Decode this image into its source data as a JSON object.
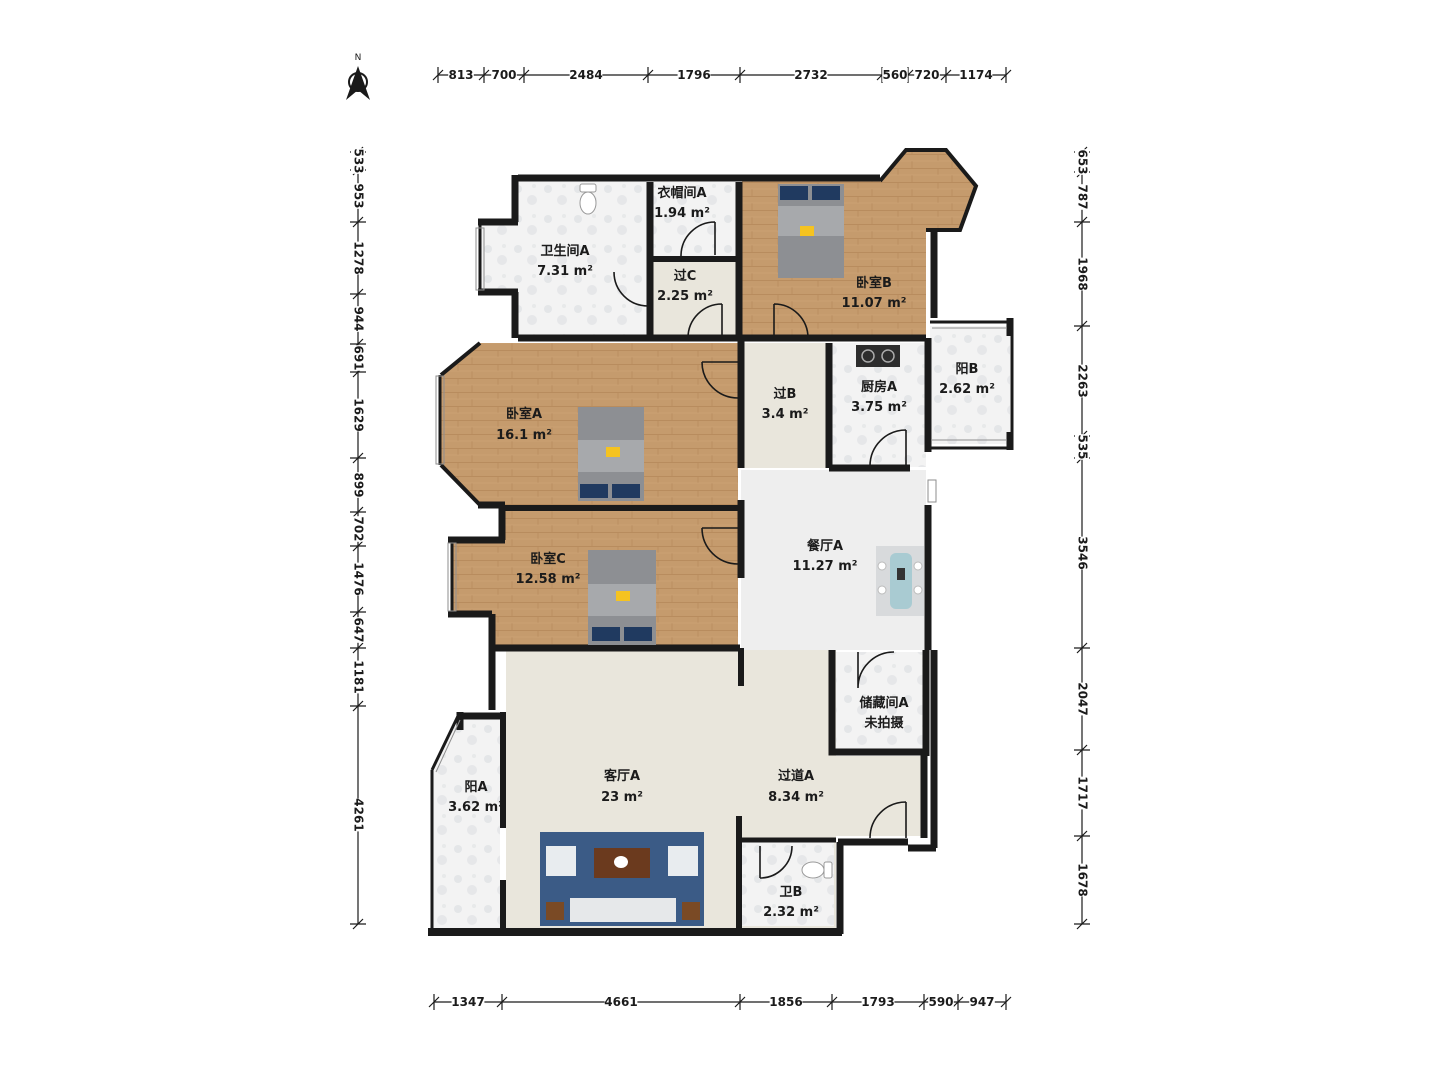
{
  "colors": {
    "wall": "#1a1a1a",
    "wood": "#c49a6c",
    "tile": "#f2f2f2",
    "living": "#e9e6dc",
    "dining": "#eeeeee",
    "rug": "#3b5b86",
    "bedding": "#8d8f93"
  },
  "compass": {
    "label": "N",
    "icon": "north-arrow-icon"
  },
  "rooms": [
    {
      "key": "bath_a",
      "name": "卫生间A",
      "area": "7.31 m²"
    },
    {
      "key": "closet_a",
      "name": "衣帽间A",
      "area": "1.94 m²"
    },
    {
      "key": "pass_c",
      "name": "过C",
      "area": "2.25 m²"
    },
    {
      "key": "bed_b",
      "name": "卧室B",
      "area": "11.07 m²"
    },
    {
      "key": "bed_a",
      "name": "卧室A",
      "area": "16.1 m²"
    },
    {
      "key": "pass_b",
      "name": "过B",
      "area": "3.4 m²"
    },
    {
      "key": "kitchen_a",
      "name": "厨房A",
      "area": "3.75 m²"
    },
    {
      "key": "balcony_b",
      "name": "阳B",
      "area": "2.62 m²"
    },
    {
      "key": "dining_a",
      "name": "餐厅A",
      "area": "11.27 m²"
    },
    {
      "key": "bed_c",
      "name": "卧室C",
      "area": "12.58 m²"
    },
    {
      "key": "storage_a",
      "name": "储藏间A",
      "area": "未拍摄"
    },
    {
      "key": "balcony_a",
      "name": "阳A",
      "area": "3.62 m²"
    },
    {
      "key": "living_a",
      "name": "客厅A",
      "area": "23 m²"
    },
    {
      "key": "corridor_a",
      "name": "过道A",
      "area": "8.34 m²"
    },
    {
      "key": "bath_b",
      "name": "卫B",
      "area": "2.32 m²"
    }
  ],
  "dimensions": {
    "top": [
      "813",
      "700",
      "2484",
      "1796",
      "2732",
      "560",
      "720",
      "1174"
    ],
    "bottom": [
      "1347",
      "4661",
      "1856",
      "1793",
      "590",
      "947"
    ],
    "left": [
      "533",
      "953",
      "1278",
      "944",
      "691",
      "1629",
      "899",
      "702",
      "1476",
      "647",
      "1181",
      "4261"
    ],
    "right": [
      "653",
      "787",
      "1968",
      "2263",
      "535",
      "3546",
      "2047",
      "1717",
      "1678"
    ]
  }
}
